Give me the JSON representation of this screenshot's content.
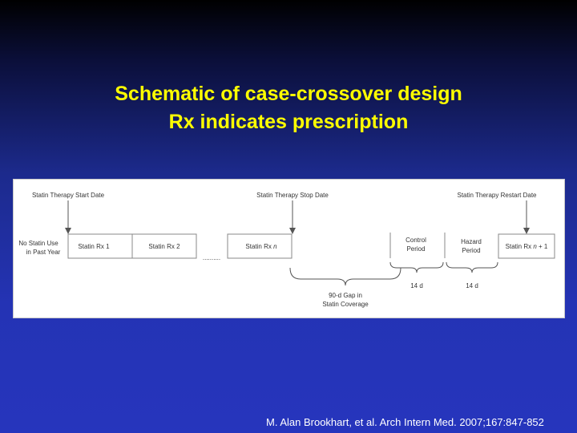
{
  "slide": {
    "title_line1": "Schematic of case-crossover design",
    "title_line2": "Rx indicates prescription",
    "citation": "M. Alan Brookhart, et al. Arch Intern Med. 2007;167:847-852",
    "title_color": "#ffff00",
    "background_color": "#2433b4"
  },
  "diagram": {
    "start_label": "Statin Therapy Start Date",
    "stop_label": "Statin Therapy Stop Date",
    "restart_label": "Statin Therapy Restart Date",
    "no_statin_line1": "No Statin Use",
    "no_statin_line2": "in Past Year",
    "rx1": "Statin Rx 1",
    "rx2": "Statin Rx 2",
    "rxn_text": "Statin Rx ",
    "rxn_italic": "n",
    "rxn1_text": "Statin Rx ",
    "rxn1_italic": "n",
    "rxn1_suffix": " + 1",
    "ellipsis": "..........",
    "control_line1": "Control",
    "control_line2": "Period",
    "hazard_line1": "Hazard",
    "hazard_line2": "Period",
    "days_control": "14 d",
    "days_hazard": "14 d",
    "gap_line1": "90-d Gap in",
    "gap_line2": "Statin Coverage"
  }
}
